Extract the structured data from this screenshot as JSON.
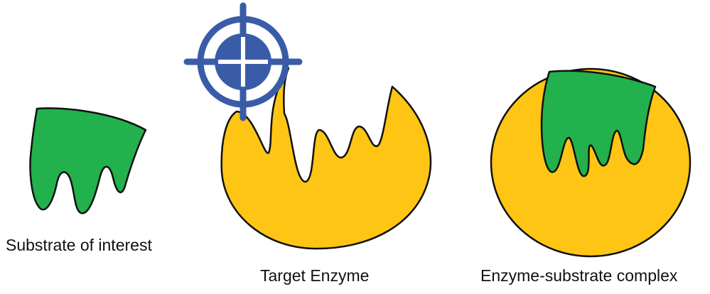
{
  "labels": {
    "substrate": "Substrate of interest",
    "enzyme": "Target Enzyme",
    "complex": "Enzyme-substrate complex"
  },
  "icons": {
    "target": "crosshair-target-icon"
  },
  "colors": {
    "substrate": "#22b14c",
    "enzyme": "#fec515",
    "target": "#3a5ca8",
    "outline": "#111111",
    "background": "#ffffff"
  }
}
